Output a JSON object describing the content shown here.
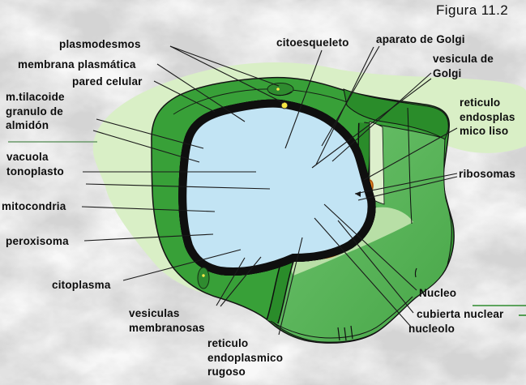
{
  "figure": {
    "title": "Figura 11.2"
  },
  "labels": {
    "plasmodesmos": "plasmodesmos",
    "membrana_plasmatica": "membrana plasmática",
    "pared_celular": "pared celular",
    "tilacoide_granulo": "m.tilacoide\ngranulo de\nalmidón",
    "vacuola_tonoplasto": "vacuola\ntonoplasto",
    "mitocondria": "mitocondria",
    "peroxisoma": "peroxisoma",
    "citoplasma": "citoplasma",
    "vesiculas_membranosas": "vesiculas\nmembranosas",
    "reticulo_rugoso": "reticulo\nendoplasmico\nrugoso",
    "citoesqueleto": "citoesqueleto",
    "aparato_golgi": "aparato de Golgi",
    "vesicula_golgi": "vesicula de\nGolgi",
    "reticulo_liso": "reticulo\nendosplas\nmico liso",
    "ribosomas": "ribosomas",
    "nucleo": "Nucleo",
    "cubierta_nuclear": "cubierta nuclear",
    "nucleolo": "nucleolo"
  },
  "colors": {
    "background_marble": "#d6d6d6",
    "halo_green": "#d9efc6",
    "cell_wall_green": "#38a038",
    "cut_face_green": "#5cb85c",
    "membrane_yellow": "#f5e642",
    "cytoplasm_blue": "#c2e4f4",
    "vacuole_blue": "#2a4fa5",
    "nucleus_orange": "#e07518",
    "nuclear_ring_yellow": "#ffd400",
    "golgi_pink": "#f29a8c",
    "smooth_er_brown": "#a8500f",
    "chloroplast_green": "#7cd348",
    "label_line_black": "#1a1a1a",
    "rule_green": "#2e8b2e"
  }
}
